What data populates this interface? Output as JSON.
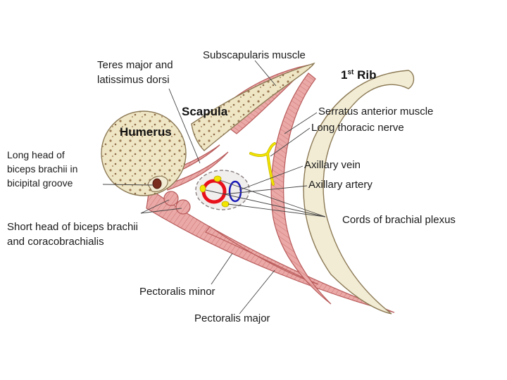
{
  "labels": {
    "subscapularis": "Subscapularis muscle",
    "teres_1": "Teres major and",
    "teres_2": "latissimus dorsi",
    "scapula": "Scapula",
    "rib_number": "1",
    "rib_sup": "st",
    "rib_word": "Rib",
    "humerus": "Humerus",
    "serratus": "Serratus anterior muscle",
    "long_thoracic": "Long thoracic nerve",
    "long_head_1": "Long head of",
    "long_head_2": "biceps brachii in",
    "long_head_3": "bicipital groove",
    "axillary_vein": "Axillary vein",
    "axillary_artery": "Axillary artery",
    "cords": "Cords of brachial plexus",
    "short_head_1": "Short head of biceps brachii",
    "short_head_2": "and coracobrachialis",
    "pec_minor": "Pectoralis minor",
    "pec_major": "Pectoralis major"
  },
  "colors": {
    "muscle": "#e8a6a4",
    "muscle_stroke": "#b85a5a",
    "bone": "#f1ead0",
    "bone_stroke": "#8c7a55",
    "nerve": "#f2e500",
    "axillary_vein": "#1a1ab8",
    "axillary_artery": "#e8101a",
    "sheath": "#8a7f7f"
  }
}
